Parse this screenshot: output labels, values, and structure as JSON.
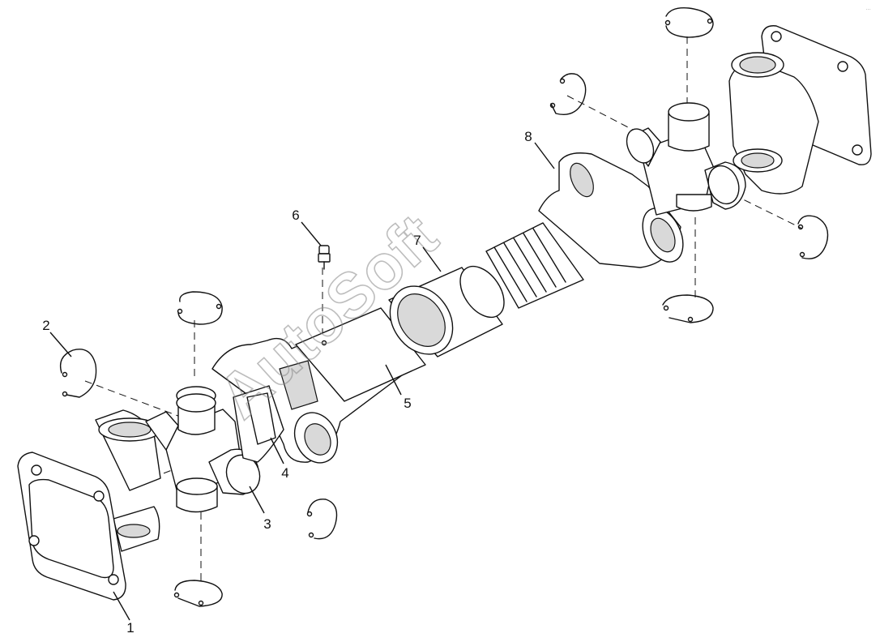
{
  "diagram": {
    "callouts": [
      {
        "id": "1",
        "label": "1"
      },
      {
        "id": "2",
        "label": "2"
      },
      {
        "id": "3",
        "label": "3"
      },
      {
        "id": "4",
        "label": "4"
      },
      {
        "id": "5",
        "label": "5"
      },
      {
        "id": "6",
        "label": "6"
      },
      {
        "id": "7",
        "label": "7"
      },
      {
        "id": "8",
        "label": "8"
      }
    ],
    "watermark": "AutoSoft",
    "corner_mark": "…"
  }
}
